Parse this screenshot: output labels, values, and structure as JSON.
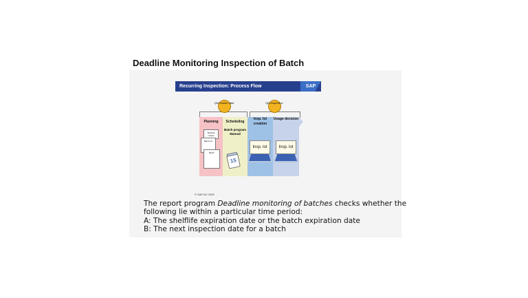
{
  "page_title": "Deadline Monitoring Inspection of Batch",
  "diagram": {
    "banner_title": "Recurring Inspection: Process Flow",
    "logo_text": "SAP",
    "qm_master": "QM master data",
    "qm_inspection": "QM inspection",
    "phases": {
      "planning": "Planning",
      "scheduling": "Scheduling",
      "insp_lot_creation": "Insp. lot creation",
      "usage_decision": "Usage decision"
    },
    "docs": {
      "material_master": "Material master",
      "batch_sm": "Batch sm",
      "batch": "Batch"
    },
    "batch_program": "Batch program",
    "manual": "Manual",
    "calendar_day": "15",
    "insp_lot_1": "Insp. lot",
    "insp_lot_2": "Insp. lot"
  },
  "copyright": "© SAP AG 1999",
  "body": {
    "line1_prefix": "The report program ",
    "line1_italic": "Deadline monitoring of batches",
    "line1_suffix": " checks whether the",
    "line2": "following lie within a particular time period:",
    "line3": "A: The shelflife expiration date or the batch expiration date",
    "line4": "B: The next inspection date for a batch"
  },
  "colors": {
    "banner": "#27408e",
    "planning": "#f6c2c5",
    "scheduling": "#f0f0c8",
    "insp_lot_creation": "#9ec1e6",
    "usage_decision": "#c6d3ea",
    "qm_circle": "#f2b321"
  }
}
